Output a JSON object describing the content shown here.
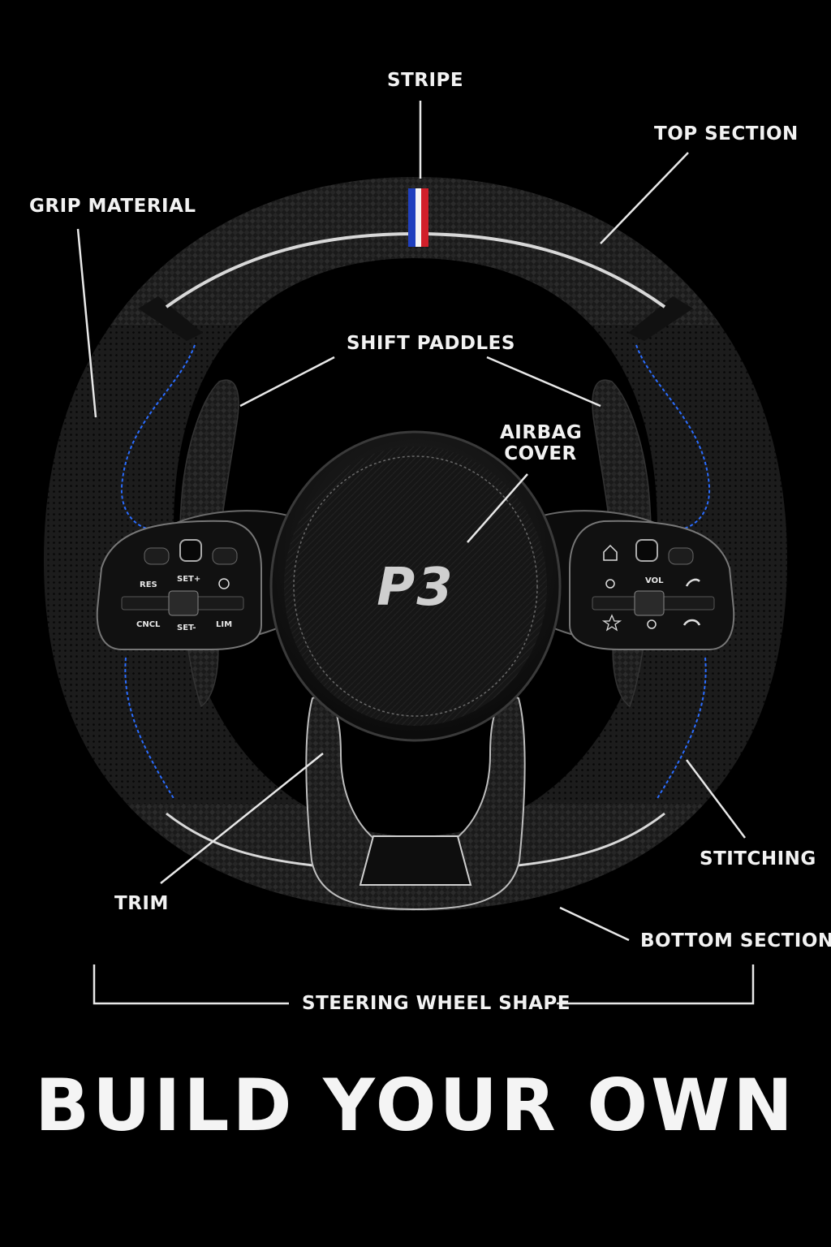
{
  "labels": {
    "stripe": "STRIPE",
    "top_section": "TOP SECTION",
    "grip_material": "GRIP MATERIAL",
    "shift_paddles": "SHIFT PADDLES",
    "airbag_cover_line1": "AIRBAG",
    "airbag_cover_line2": "COVER",
    "trim": "TRIM",
    "stitching": "STITCHING",
    "bottom_section": "BOTTOM SECTION",
    "steering_wheel_shape": "STEERING WHEEL SHAPE"
  },
  "headline": "BUILD YOUR OWN",
  "logo": {
    "text": "P3"
  },
  "buttons_left": {
    "res": "RES",
    "set_plus": "SET+",
    "cncl": "CNCL",
    "set_minus": "SET-",
    "lim": "LIM"
  },
  "buttons_right": {
    "vol": "VOL"
  },
  "colors": {
    "background": "#000000",
    "stitch_blue": "#2a6cff",
    "stripe_blue": "#1f3fbf",
    "stripe_white": "#f5f5f5",
    "stripe_red": "#d11f2a",
    "label": "#f2f2f2"
  }
}
